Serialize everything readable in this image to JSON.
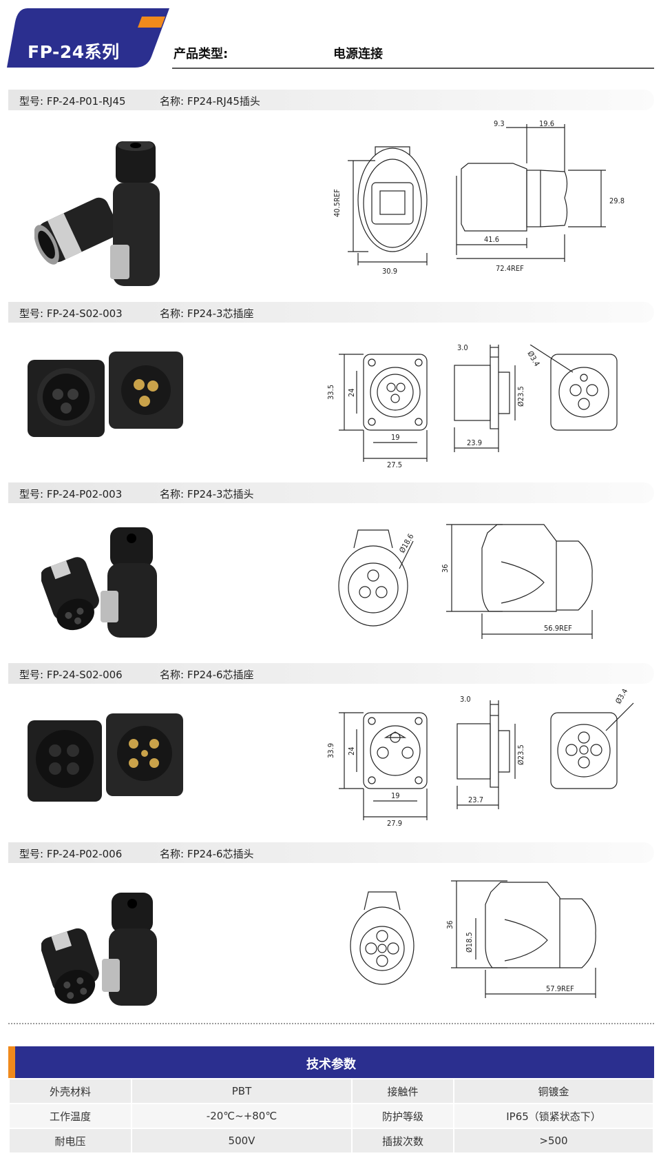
{
  "header": {
    "series": "FP-24系列",
    "type_label": "产品类型:",
    "type_value": "电源连接",
    "colors": {
      "badge": "#2b2f8f",
      "accent": "#f08a1c"
    }
  },
  "sections": [
    {
      "model": "型号: FP-24-P01-RJ45",
      "name": "名称: FP24-RJ45插头",
      "dims": [
        "9.3",
        "19.6",
        "40.5REF",
        "29.8",
        "30.9",
        "41.6",
        "72.4REF"
      ]
    },
    {
      "model": "型号: FP-24-S02-003",
      "name": "名称: FP24-3芯插座",
      "dims": [
        "3.0",
        "33.5",
        "24",
        "19",
        "27.5",
        "23.9",
        "Ø23.5",
        "Ø3.4"
      ]
    },
    {
      "model": "型号: FP-24-P02-003",
      "name": "名称: FP24-3芯插头",
      "dims": [
        "Ø18.6",
        "36",
        "56.9REF"
      ]
    },
    {
      "model": "型号: FP-24-S02-006",
      "name": "名称: FP24-6芯插座",
      "dims": [
        "3.0",
        "33.9",
        "24",
        "19",
        "27.9",
        "23.7",
        "Ø23.5",
        "Ø3.4"
      ]
    },
    {
      "model": "型号: FP-24-P02-006",
      "name": "名称: FP24-6芯插头",
      "dims": [
        "36",
        "Ø18.5",
        "57.9REF"
      ]
    }
  ],
  "spec": {
    "title": "技术参数",
    "rows": [
      [
        "外壳材料",
        "PBT",
        "接触件",
        "铜镀金"
      ],
      [
        "工作温度",
        "-20℃~+80℃",
        "防护等级",
        "IP65（锁紧状态下）"
      ],
      [
        "耐电压",
        "500V",
        "插拔次数",
        ">500"
      ]
    ]
  }
}
